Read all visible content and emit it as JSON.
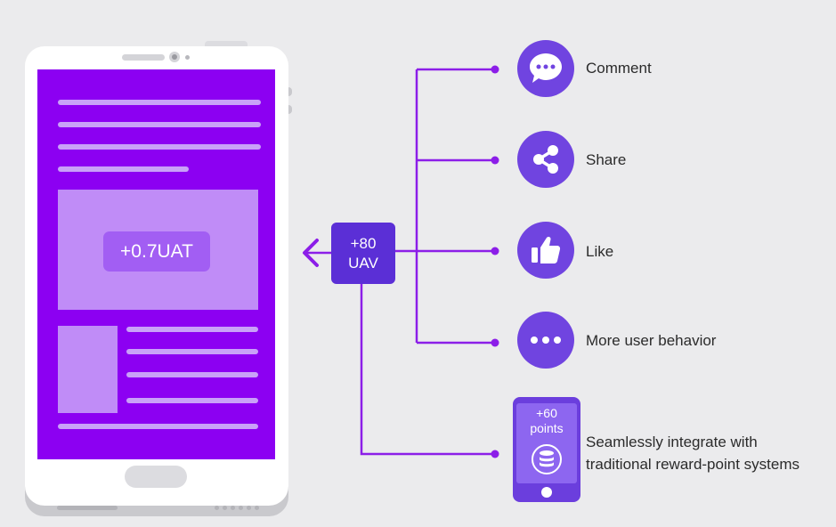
{
  "token_badge": "+0.7UAT",
  "uav_box": {
    "line1": "+80",
    "line2": "UAV"
  },
  "behaviors": [
    {
      "label": "Comment",
      "icon": "comment-icon"
    },
    {
      "label": "Share",
      "icon": "share-icon"
    },
    {
      "label": "Like",
      "icon": "thumbs-up-icon"
    },
    {
      "label": "More user behavior",
      "icon": "more-icon"
    }
  ],
  "reward": {
    "points_line1": "+60",
    "points_line2": "points",
    "label_line1": "Seamlessly integrate with",
    "label_line2": "traditional reward-point systems",
    "icon": "coin-stack-icon"
  },
  "colors": {
    "screen": "#8c00f2",
    "connector": "#8c1ee8",
    "accent": "#7044e0",
    "uav_box": "#5b2fd6"
  }
}
